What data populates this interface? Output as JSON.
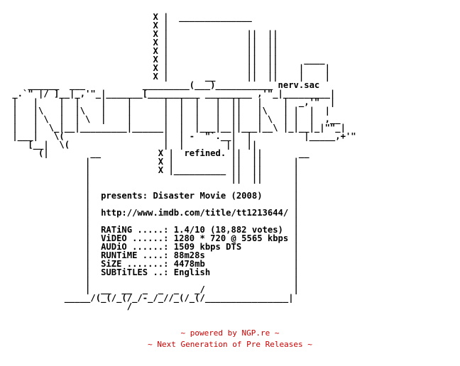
{
  "nfo": {
    "lines": [
      "                                              ",
      "                            X |  ______________",
      "                            X |               ",
      "                            X |               ||  ||",
      "                            X |               ||  ||",
      "                            X |               ||  ||",
      "                            X |               ||  ||     ____",
      "                            X |               ||  ||    |    |",
      "                            X |       __      ||  ||    |    |",
      "    ______  ___           _________(___)___________ nerv.sac",
      " _.`\" |/ ]__|_,'\"_|_______[__________ _________ ,'\"_|_________|",
      " |   |    |  |    |    |      |  |  |   |  ||   |    |  _,'\"  |",
      " |   |\\   |  |\\   |    |      |  |  |   |  ||   |\\   | |  |  |",
      " |   | \\  |  | \\  |    |      |  |  |   |  ||   | \\  | |  |  ,__",
      " |   |  \\_|__|_________|______|  |  |___|__||___|__\\ |_|__|_|\"\"_|",
      " |___|   \\(                   |  | -  \"`.__|  |          |_____,+'\"",
      "    [__|  \\(                  |  |        ||  ||",
      "      (|        __           X |  refined. ||  ||       __",
      "               |             X |           ||  ||      |",
      "               |             X |__________ ||  ||      |",
      "               |                           ||  ||      |",
      "               |                                       |",
      "               |  presents: Disaster Movie (2008)      |",
      "               |                                       |",
      "               |  http://www.imdb.com/title/tt1213644/ |",
      "               |                                       |",
      "               |  RATiNG .....: 1.4/10 (18,882 votes)  |",
      "               |  ViDEO ......: 1280 * 720 @ 5565 kbps |",
      "               |  AUDiO ......: 1509 kbps DTS          |",
      "               |  RUNTiME ....: 88m28s                 |",
      "               |  SiZE .......: 4478mb                 |",
      "               |  SUBTiTLES ..: English                |",
      "               |                                       |",
      "               |  __  __  _  _  _   _/                 |",
      "           _____/(_(/_(/_/-_/_//_(/_(/________________|",
      "                       /"
    ]
  },
  "footer": {
    "line1": "~ powered by NGP.re ~",
    "line2": "~ Next Generation of Pre Releases ~",
    "color": "#cc0000"
  }
}
